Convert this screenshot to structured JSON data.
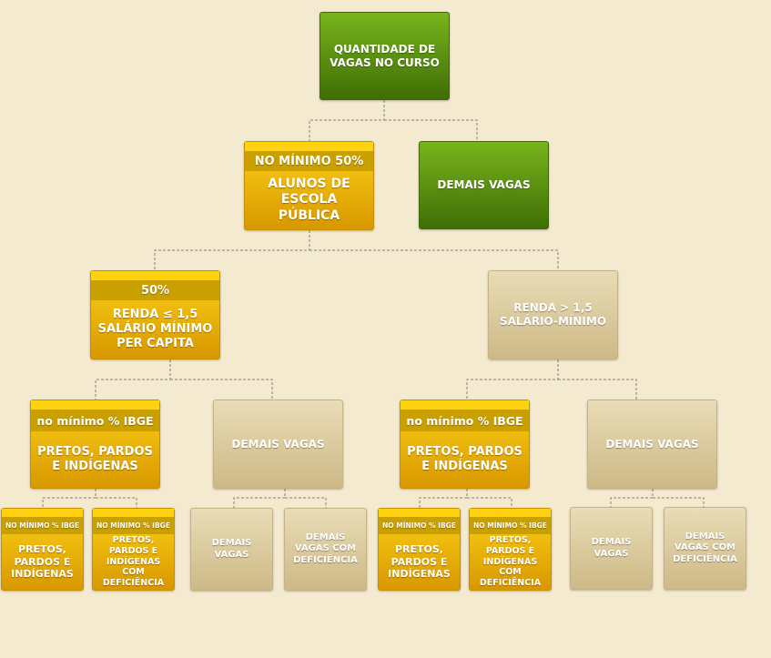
{
  "colors": {
    "background": "#f4ead0",
    "green": "#5a9012",
    "gold": "#f0b400",
    "tan": "#dccc9e",
    "connector": "#8a8070"
  },
  "root": {
    "label": "QUANTIDADE DE VAGAS NO CURSO"
  },
  "level1": {
    "public_school": {
      "percent": "NO MÍNIMO 50%",
      "label": "ALUNOS DE ESCOLA PÚBLICA"
    },
    "other": {
      "label": "DEMAIS VAGAS"
    }
  },
  "level2": {
    "low_income": {
      "percent": "50%",
      "label": "RENDA ≤ 1,5 SALÁRIO MÍNIMO PER CAPITA"
    },
    "high_income": {
      "label": "RENDA > 1,5 SALÁRIO-MÍNIMO"
    }
  },
  "level3": {
    "low_ppi": {
      "percent": "no mínimo % IBGE",
      "label": "PRETOS, PARDOS E INDÍGENAS"
    },
    "low_other": {
      "label": "DEMAIS VAGAS"
    },
    "high_ppi": {
      "percent": "no mínimo % IBGE",
      "label": "PRETOS, PARDOS E INDÍGENAS"
    },
    "high_other": {
      "label": "DEMAIS VAGAS"
    }
  },
  "level4": {
    "a1": {
      "percent": "NO MÍNIMO % IBGE",
      "label": "PRETOS, PARDOS E INDÍGENAS"
    },
    "a2": {
      "percent": "NO MÍNIMO % IBGE",
      "label": "PRETOS, PARDOS E INDÍGENAS COM DEFICIÊNCIA"
    },
    "b1": {
      "label": "DEMAIS VAGAS"
    },
    "b2": {
      "label": "DEMAIS VAGAS COM DEFICIÊNCIA"
    },
    "c1": {
      "percent": "NO MÍNIMO % IBGE",
      "label": "PRETOS, PARDOS E INDÍGENAS"
    },
    "c2": {
      "percent": "NO MÍNIMO % IBGE",
      "label": "PRETOS, PARDOS E INDÍGENAS COM DEFICIÊNCIA"
    },
    "d1": {
      "label": "DEMAIS VAGAS"
    },
    "d2": {
      "label": "DEMAIS VAGAS COM DEFICIÊNCIA"
    }
  }
}
